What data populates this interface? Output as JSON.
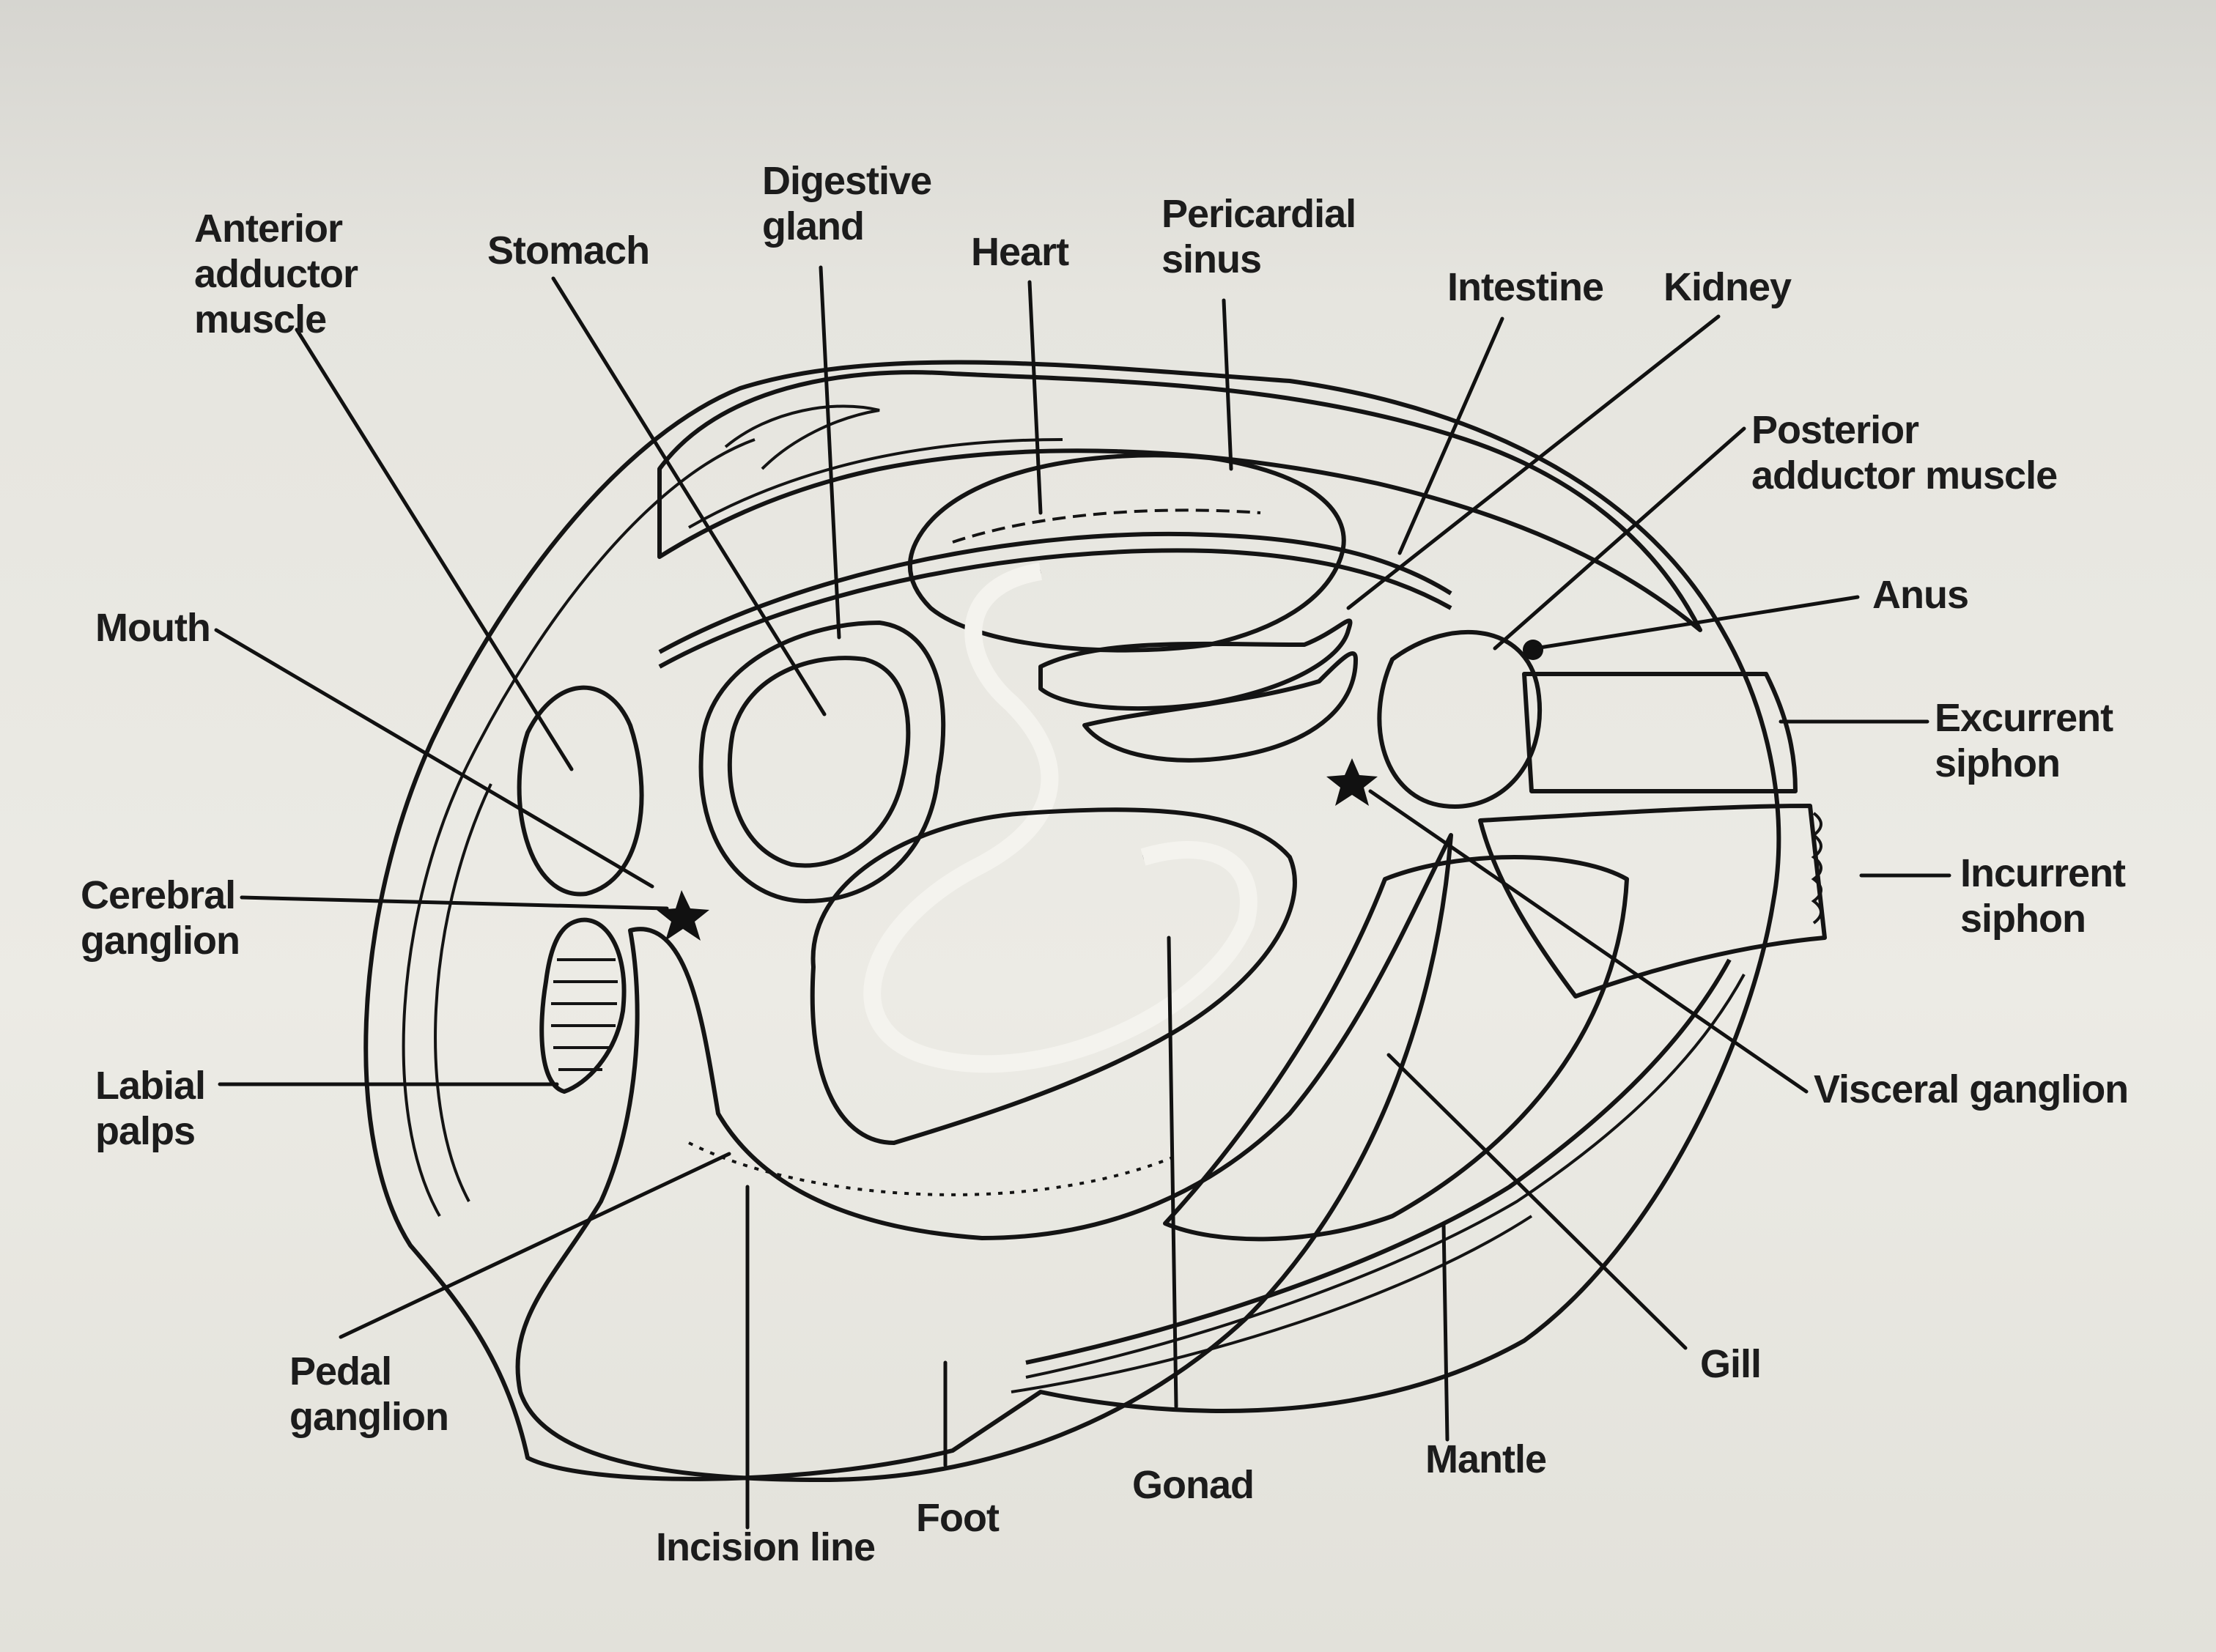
{
  "labels": {
    "anterior_adductor": [
      "Anterior",
      "adductor",
      "muscle"
    ],
    "stomach": [
      "Stomach"
    ],
    "digestive_gland": [
      "Digestive",
      "gland"
    ],
    "heart": [
      "Heart"
    ],
    "pericardial_sinus": [
      "Pericardial",
      "sinus"
    ],
    "intestine": [
      "Intestine"
    ],
    "kidney": [
      "Kidney"
    ],
    "posterior_adductor": [
      "Posterior",
      "adductor muscle"
    ],
    "anus": [
      "Anus"
    ],
    "excurrent_siphon": [
      "Excurrent",
      "siphon"
    ],
    "incurrent_siphon": [
      "Incurrent",
      "siphon"
    ],
    "visceral_ganglion": [
      "Visceral ganglion"
    ],
    "gill": [
      "Gill"
    ],
    "mantle": [
      "Mantle"
    ],
    "gonad": [
      "Gonad"
    ],
    "foot": [
      "Foot"
    ],
    "incision_line": [
      "Incision line"
    ],
    "pedal_ganglion": [
      "Pedal",
      "ganglion"
    ],
    "labial_palps": [
      "Labial",
      "palps"
    ],
    "cerebral_ganglion": [
      "Cerebral",
      "ganglion"
    ],
    "mouth": [
      "Mouth"
    ]
  }
}
